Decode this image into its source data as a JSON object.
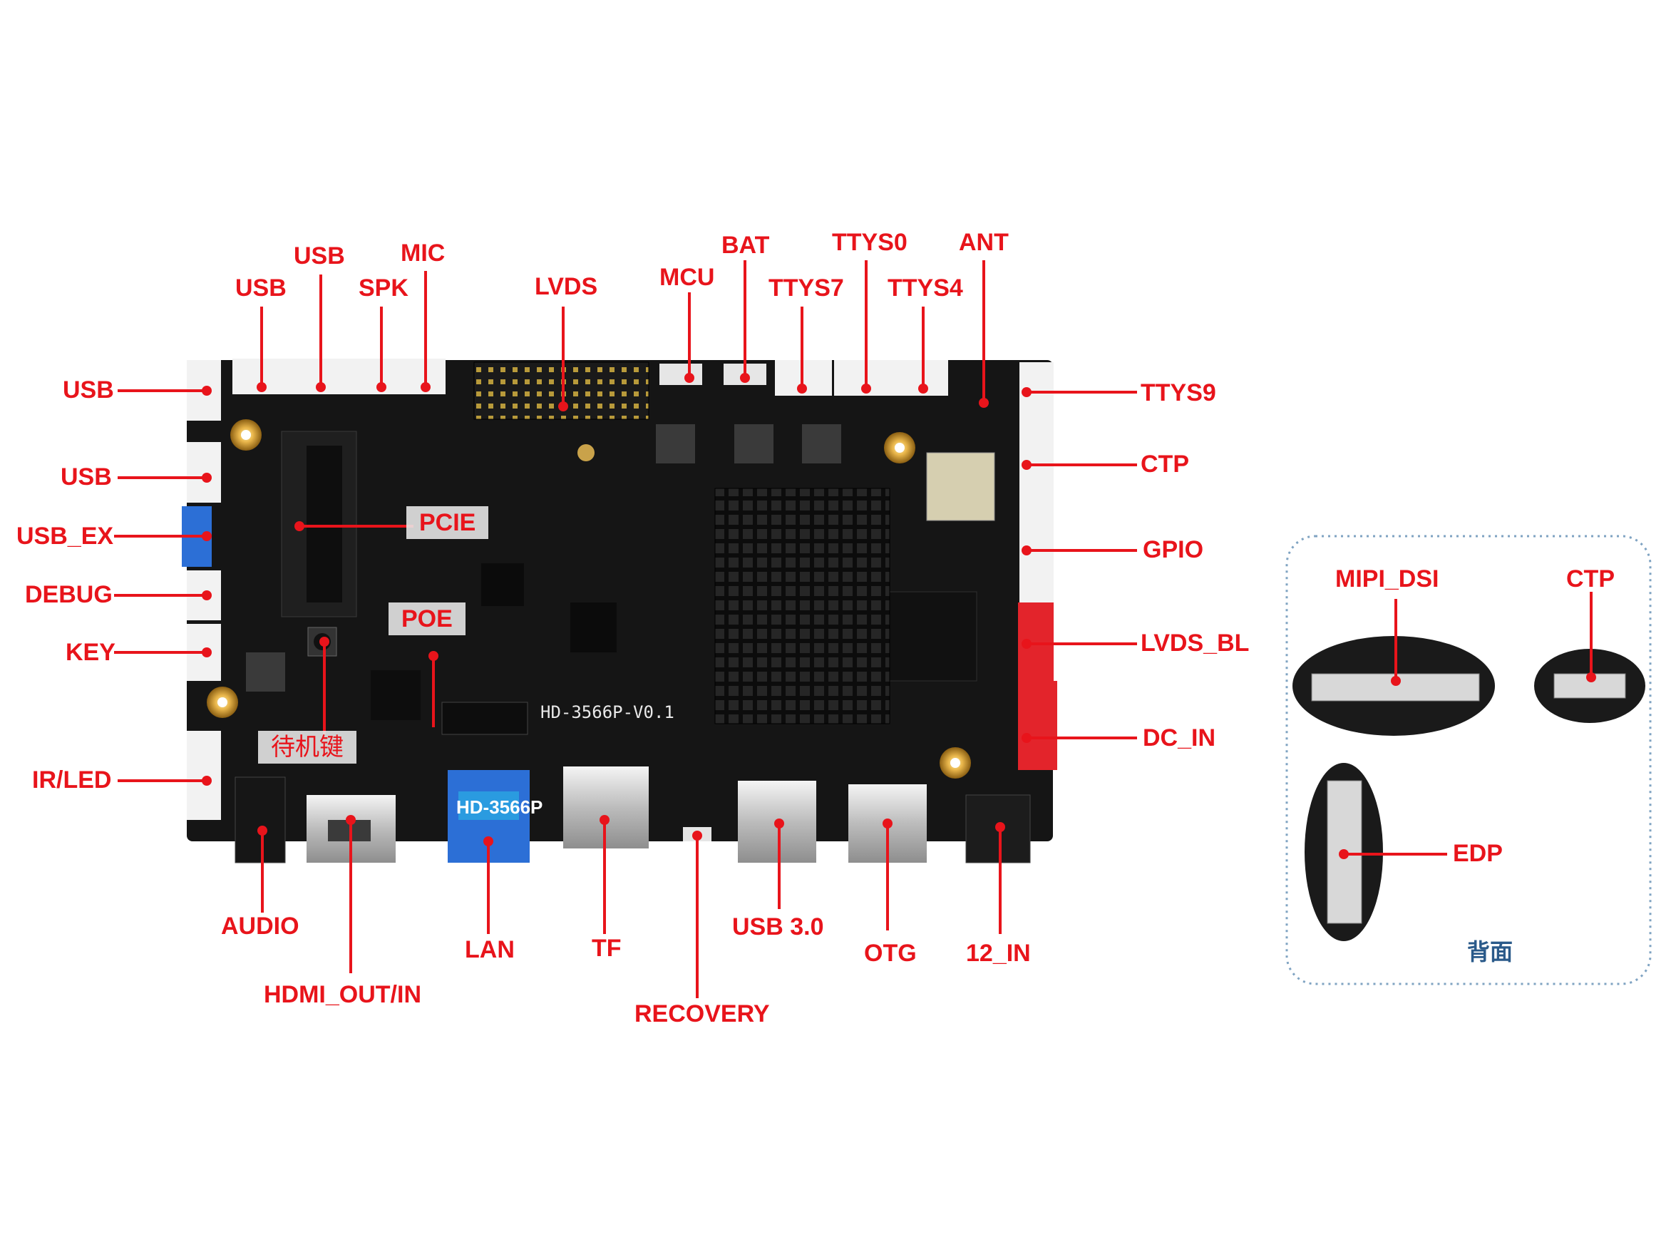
{
  "board": {
    "model_silk": "HD-3566P-V0.1",
    "lan_badge": "HD-3566P"
  },
  "labels": {
    "usb_top1": "USB",
    "usb_top2": "USB",
    "spk": "SPK",
    "mic": "MIC",
    "lvds": "LVDS",
    "mcu": "MCU",
    "bat": "BAT",
    "ttys7": "TTYS7",
    "ttys0": "TTYS0",
    "ttys4": "TTYS4",
    "ant": "ANT",
    "usb_left1": "USB",
    "usb_left2": "USB",
    "usb_ex": "USB_EX",
    "debug": "DEBUG",
    "key": "KEY",
    "ir_led": "IR/LED",
    "ttys9": "TTYS9",
    "ctp_right": "CTP",
    "gpio": "GPIO",
    "lvds_bl": "LVDS_BL",
    "dc_in": "DC_IN",
    "audio": "AUDIO",
    "hdmi": "HDMI_OUT/IN",
    "lan": "LAN",
    "tf": "TF",
    "recovery": "RECOVERY",
    "usb3": "USB 3.0",
    "otg": "OTG",
    "in12": "12_IN",
    "pcie": "PCIE",
    "poe": "POE",
    "standby_key": "待机键"
  },
  "back_panel": {
    "caption": "背面",
    "mipi_dsi": "MIPI_DSI",
    "ctp": "CTP",
    "edp": "EDP"
  },
  "colors": {
    "label_red": "#e8141b",
    "pcb_black": "#151515",
    "connector_white": "#f2f2f2",
    "connector_red": "#e3242b",
    "usb_blue": "#2c6fd6",
    "back_border": "#7fa3c2",
    "back_caption": "#2a5a8a"
  }
}
